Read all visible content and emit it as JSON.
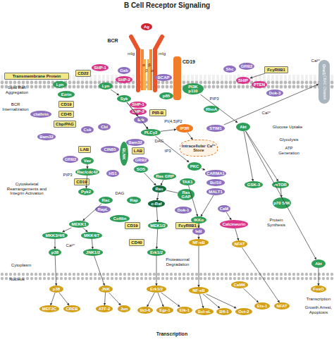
{
  "diagram": {
    "title": "B Cell Receptor Signaling",
    "nodes": [
      {
        "text": [
          "Ag"
        ]
      },
      {
        "text": [
          "Transmembrane Protein"
        ]
      },
      {
        "text": [
          "Lyn"
        ]
      },
      {
        "text": [
          "CD22"
        ]
      },
      {
        "text": [
          "SHP-1"
        ]
      },
      {
        "text": [
          "Lyn"
        ]
      },
      {
        "text": [
          "Gab"
        ]
      },
      {
        "text": [
          "SHP-2"
        ]
      },
      {
        "text": [
          "BCAP"
        ]
      },
      {
        "text": [
          "p85"
        ]
      },
      {
        "text": [
          "PI3K p110"
        ]
      },
      {
        "text": [
          "Shc"
        ]
      },
      {
        "text": [
          "GRB2"
        ]
      },
      {
        "text": [
          "FcγRIIB1"
        ]
      },
      {
        "text": [
          "SHIP"
        ]
      },
      {
        "text": [
          "PTEN"
        ]
      },
      {
        "text": [
          "Dok-3"
        ]
      },
      {
        "text": [
          "Ezrin"
        ]
      },
      {
        "text": [
          "CD19"
        ]
      },
      {
        "text": [
          "clathrin"
        ]
      },
      {
        "text": [
          "CD45"
        ]
      },
      {
        "text": [
          "Cbp/PAG"
        ]
      },
      {
        "text": [
          "Csk"
        ]
      },
      {
        "text": [
          "Bam32"
        ]
      },
      {
        "text": [
          "Syk"
        ]
      },
      {
        "text": [
          "Cbl"
        ]
      },
      {
        "text": [
          "SHP-1"
        ]
      },
      {
        "text": [
          "SHP-2"
        ]
      },
      {
        "text": [
          "PIR-B"
        ]
      },
      {
        "text": [
          "Btk"
        ]
      },
      {
        "text": [
          "PLCγ2"
        ]
      },
      {
        "text": [
          "Bam32"
        ]
      },
      {
        "text": [
          "BLNK"
        ]
      },
      {
        "text": [
          "CIN85"
        ]
      },
      {
        "text": [
          "LAB"
        ]
      },
      {
        "text": [
          "GRB2"
        ]
      },
      {
        "text": [
          "SOS"
        ]
      },
      {
        "text": [
          "RhoA"
        ]
      },
      {
        "text": [
          "IP3R"
        ]
      },
      {
        "text": [
          "Intracellular Ca²⁺ Store"
        ]
      },
      {
        "text": [
          "STIM1"
        ]
      },
      {
        "text": [
          "Akt"
        ]
      },
      {
        "text": [
          "LAB"
        ]
      },
      {
        "text": [
          "GRB2"
        ]
      },
      {
        "text": [
          "Vav"
        ]
      },
      {
        "text": [
          "Rac/cdc42"
        ]
      },
      {
        "text": [
          "CD19"
        ]
      },
      {
        "text": [
          "HS1"
        ]
      },
      {
        "text": [
          "Pyk2"
        ]
      },
      {
        "text": [
          "Rac"
        ]
      },
      {
        "text": [
          "Rap"
        ]
      },
      {
        "text": [
          "RapL"
        ]
      },
      {
        "text": [
          "Cofilin"
        ]
      },
      {
        "text": [
          "MEKK1"
        ]
      },
      {
        "text": [
          "MKK3/4/6"
        ]
      },
      {
        "text": [
          "MKK4/7"
        ]
      },
      {
        "text": [
          "p38"
        ]
      },
      {
        "text": [
          "JNK1/2"
        ]
      },
      {
        "text": [
          "Ras GRP"
        ]
      },
      {
        "text": [
          "Ras"
        ]
      },
      {
        "text": [
          "Ras GAP"
        ]
      },
      {
        "text": [
          "c-Raf"
        ]
      },
      {
        "text": [
          "Dok-1"
        ]
      },
      {
        "text": [
          "CD19"
        ]
      },
      {
        "text": [
          "MEK1/2"
        ]
      },
      {
        "text": [
          "FcγRIIB1"
        ]
      },
      {
        "text": [
          "CD40"
        ]
      },
      {
        "text": [
          "Erk1/2"
        ]
      },
      {
        "text": [
          "PKC"
        ]
      },
      {
        "text": [
          "TAK1"
        ]
      },
      {
        "text": [
          "CARMA1"
        ]
      },
      {
        "text": [
          "Bcl10"
        ]
      },
      {
        "text": [
          "MALT1"
        ]
      },
      {
        "text": [
          "IKKα"
        ]
      },
      {
        "text": [
          "IκB"
        ]
      },
      {
        "text": [
          "NF-κB"
        ]
      },
      {
        "text": [
          "CaM"
        ]
      },
      {
        "text": [
          "Calcineurin"
        ]
      },
      {
        "text": [
          "NFAT"
        ]
      },
      {
        "text": [
          "GSK-3"
        ]
      },
      {
        "text": [
          "mTOR"
        ]
      },
      {
        "text": [
          "p70 S6K"
        ]
      },
      {
        "text": [
          "Akt"
        ]
      },
      {
        "text": [
          "Orai1",
          "CRAC Channel"
        ]
      },
      {
        "text": [
          "p38"
        ]
      },
      {
        "text": [
          "JNK"
        ]
      },
      {
        "text": [
          "Erk1/2"
        ]
      },
      {
        "text": [
          "NF-κB"
        ]
      },
      {
        "text": [
          "CaMK"
        ]
      },
      {
        "text": [
          "FoxO"
        ]
      },
      {
        "text": [
          "MEF2C"
        ]
      },
      {
        "text": [
          "CREB"
        ]
      },
      {
        "text": [
          "ATF-2"
        ]
      },
      {
        "text": [
          "Jun"
        ]
      },
      {
        "text": [
          "Bcl-6"
        ]
      },
      {
        "text": [
          "Egr-1"
        ]
      },
      {
        "text": [
          "Elk-1"
        ]
      },
      {
        "text": [
          "Bcl-xL"
        ]
      },
      {
        "text": [
          "Bfl-1"
        ]
      },
      {
        "text": [
          "Oct-2"
        ]
      },
      {
        "text": [
          "Ets-1"
        ]
      },
      {
        "text": [
          "NFAT"
        ]
      }
    ],
    "edges": [
      {
        "from": 5,
        "to": 24,
        "arrow": "to"
      },
      {
        "from": 24,
        "to": 29,
        "arrow": "to"
      },
      {
        "from": 24,
        "to": 30,
        "arrow": "to"
      },
      {
        "from": 29,
        "to": 30,
        "arrow": "to"
      },
      {
        "from": 30,
        "to": 38,
        "arrow": "to"
      },
      {
        "from": 38,
        "to": 39,
        "arrow": "to"
      },
      {
        "from": 40,
        "to": 83,
        "arrow": "to"
      },
      {
        "from": 10,
        "to": 41,
        "arrow": "to"
      },
      {
        "from": 13,
        "to": 14,
        "arrow": "to"
      },
      {
        "from": 41,
        "to": 79,
        "arrow": "to"
      },
      {
        "from": 41,
        "to": 80,
        "arrow": "to"
      },
      {
        "from": 80,
        "to": 81,
        "arrow": "to"
      },
      {
        "from": 41,
        "to": 82,
        "arrow": "to"
      },
      {
        "from": 82,
        "to": 89,
        "arrow": "to"
      },
      {
        "from": 44,
        "to": 45,
        "arrow": "to"
      },
      {
        "from": 45,
        "to": 48,
        "arrow": "to"
      },
      {
        "from": 49,
        "to": 53,
        "arrow": "to"
      },
      {
        "from": 53,
        "to": 54,
        "arrow": "to"
      },
      {
        "from": 53,
        "to": 55,
        "arrow": "to"
      },
      {
        "from": 54,
        "to": 56,
        "arrow": "to"
      },
      {
        "from": 55,
        "to": 57,
        "arrow": "to"
      },
      {
        "from": 56,
        "to": 84,
        "arrow": "to"
      },
      {
        "from": 57,
        "to": 85,
        "arrow": "to"
      },
      {
        "from": 84,
        "to": 90,
        "arrow": "to"
      },
      {
        "from": 84,
        "to": 91,
        "arrow": "to"
      },
      {
        "from": 85,
        "to": 92,
        "arrow": "to"
      },
      {
        "from": 85,
        "to": 93,
        "arrow": "to"
      },
      {
        "from": 36,
        "to": 59,
        "arrow": "to"
      },
      {
        "from": 58,
        "to": 59,
        "arrow": "to"
      },
      {
        "from": 60,
        "to": 59,
        "arrow": "none"
      },
      {
        "from": 59,
        "to": 61,
        "arrow": "to"
      },
      {
        "from": 61,
        "to": 64,
        "arrow": "to"
      },
      {
        "from": 64,
        "to": 67,
        "arrow": "to"
      },
      {
        "from": 67,
        "to": 86,
        "arrow": "to"
      },
      {
        "from": 86,
        "to": 94,
        "arrow": "to"
      },
      {
        "from": 86,
        "to": 95,
        "arrow": "to"
      },
      {
        "from": 86,
        "to": 96,
        "arrow": "to"
      },
      {
        "from": 30,
        "to": 68,
        "arrow": "to"
      },
      {
        "from": 68,
        "to": 70,
        "arrow": "to"
      },
      {
        "from": 69,
        "to": 73,
        "arrow": "to"
      },
      {
        "from": 72,
        "to": 73,
        "arrow": "to"
      },
      {
        "from": 73,
        "to": 74,
        "arrow": "to"
      },
      {
        "from": 74,
        "to": 75,
        "arrow": "to"
      },
      {
        "from": 75,
        "to": 87,
        "arrow": "to"
      },
      {
        "from": 87,
        "to": 97,
        "arrow": "to"
      },
      {
        "from": 87,
        "to": 98,
        "arrow": "to"
      },
      {
        "from": 87,
        "to": 99,
        "arrow": "to"
      },
      {
        "from": 76,
        "to": 77,
        "arrow": "to"
      },
      {
        "from": 77,
        "to": 78,
        "arrow": "to"
      },
      {
        "from": 78,
        "to": 101,
        "arrow": "to"
      },
      {
        "from": 88,
        "to": 100,
        "arrow": "to"
      }
    ],
    "labels": [
      "BCR",
      "mIg",
      "mIg",
      "α",
      "β",
      "β",
      "α",
      "CD19",
      "Ca²⁺",
      "Ca²⁺",
      "Lipid Raft Aggregation",
      "BCR Internalization",
      "PIP3",
      "PI(4,5)P2",
      "DAG",
      "IP3",
      "PIP3",
      "DAG",
      "Glucose Uptake",
      "Glycolysis",
      "ATP Generation",
      "Cytoskeletal Rearrangements and Integrin Activation",
      "Ca²⁺",
      "Cytoplasm",
      "Nucleus",
      "Proteasomal Degradation",
      "Protein Synthesis",
      "Transcription",
      "Transcription",
      "Growth Arrest, Apoptosis"
    ]
  }
}
